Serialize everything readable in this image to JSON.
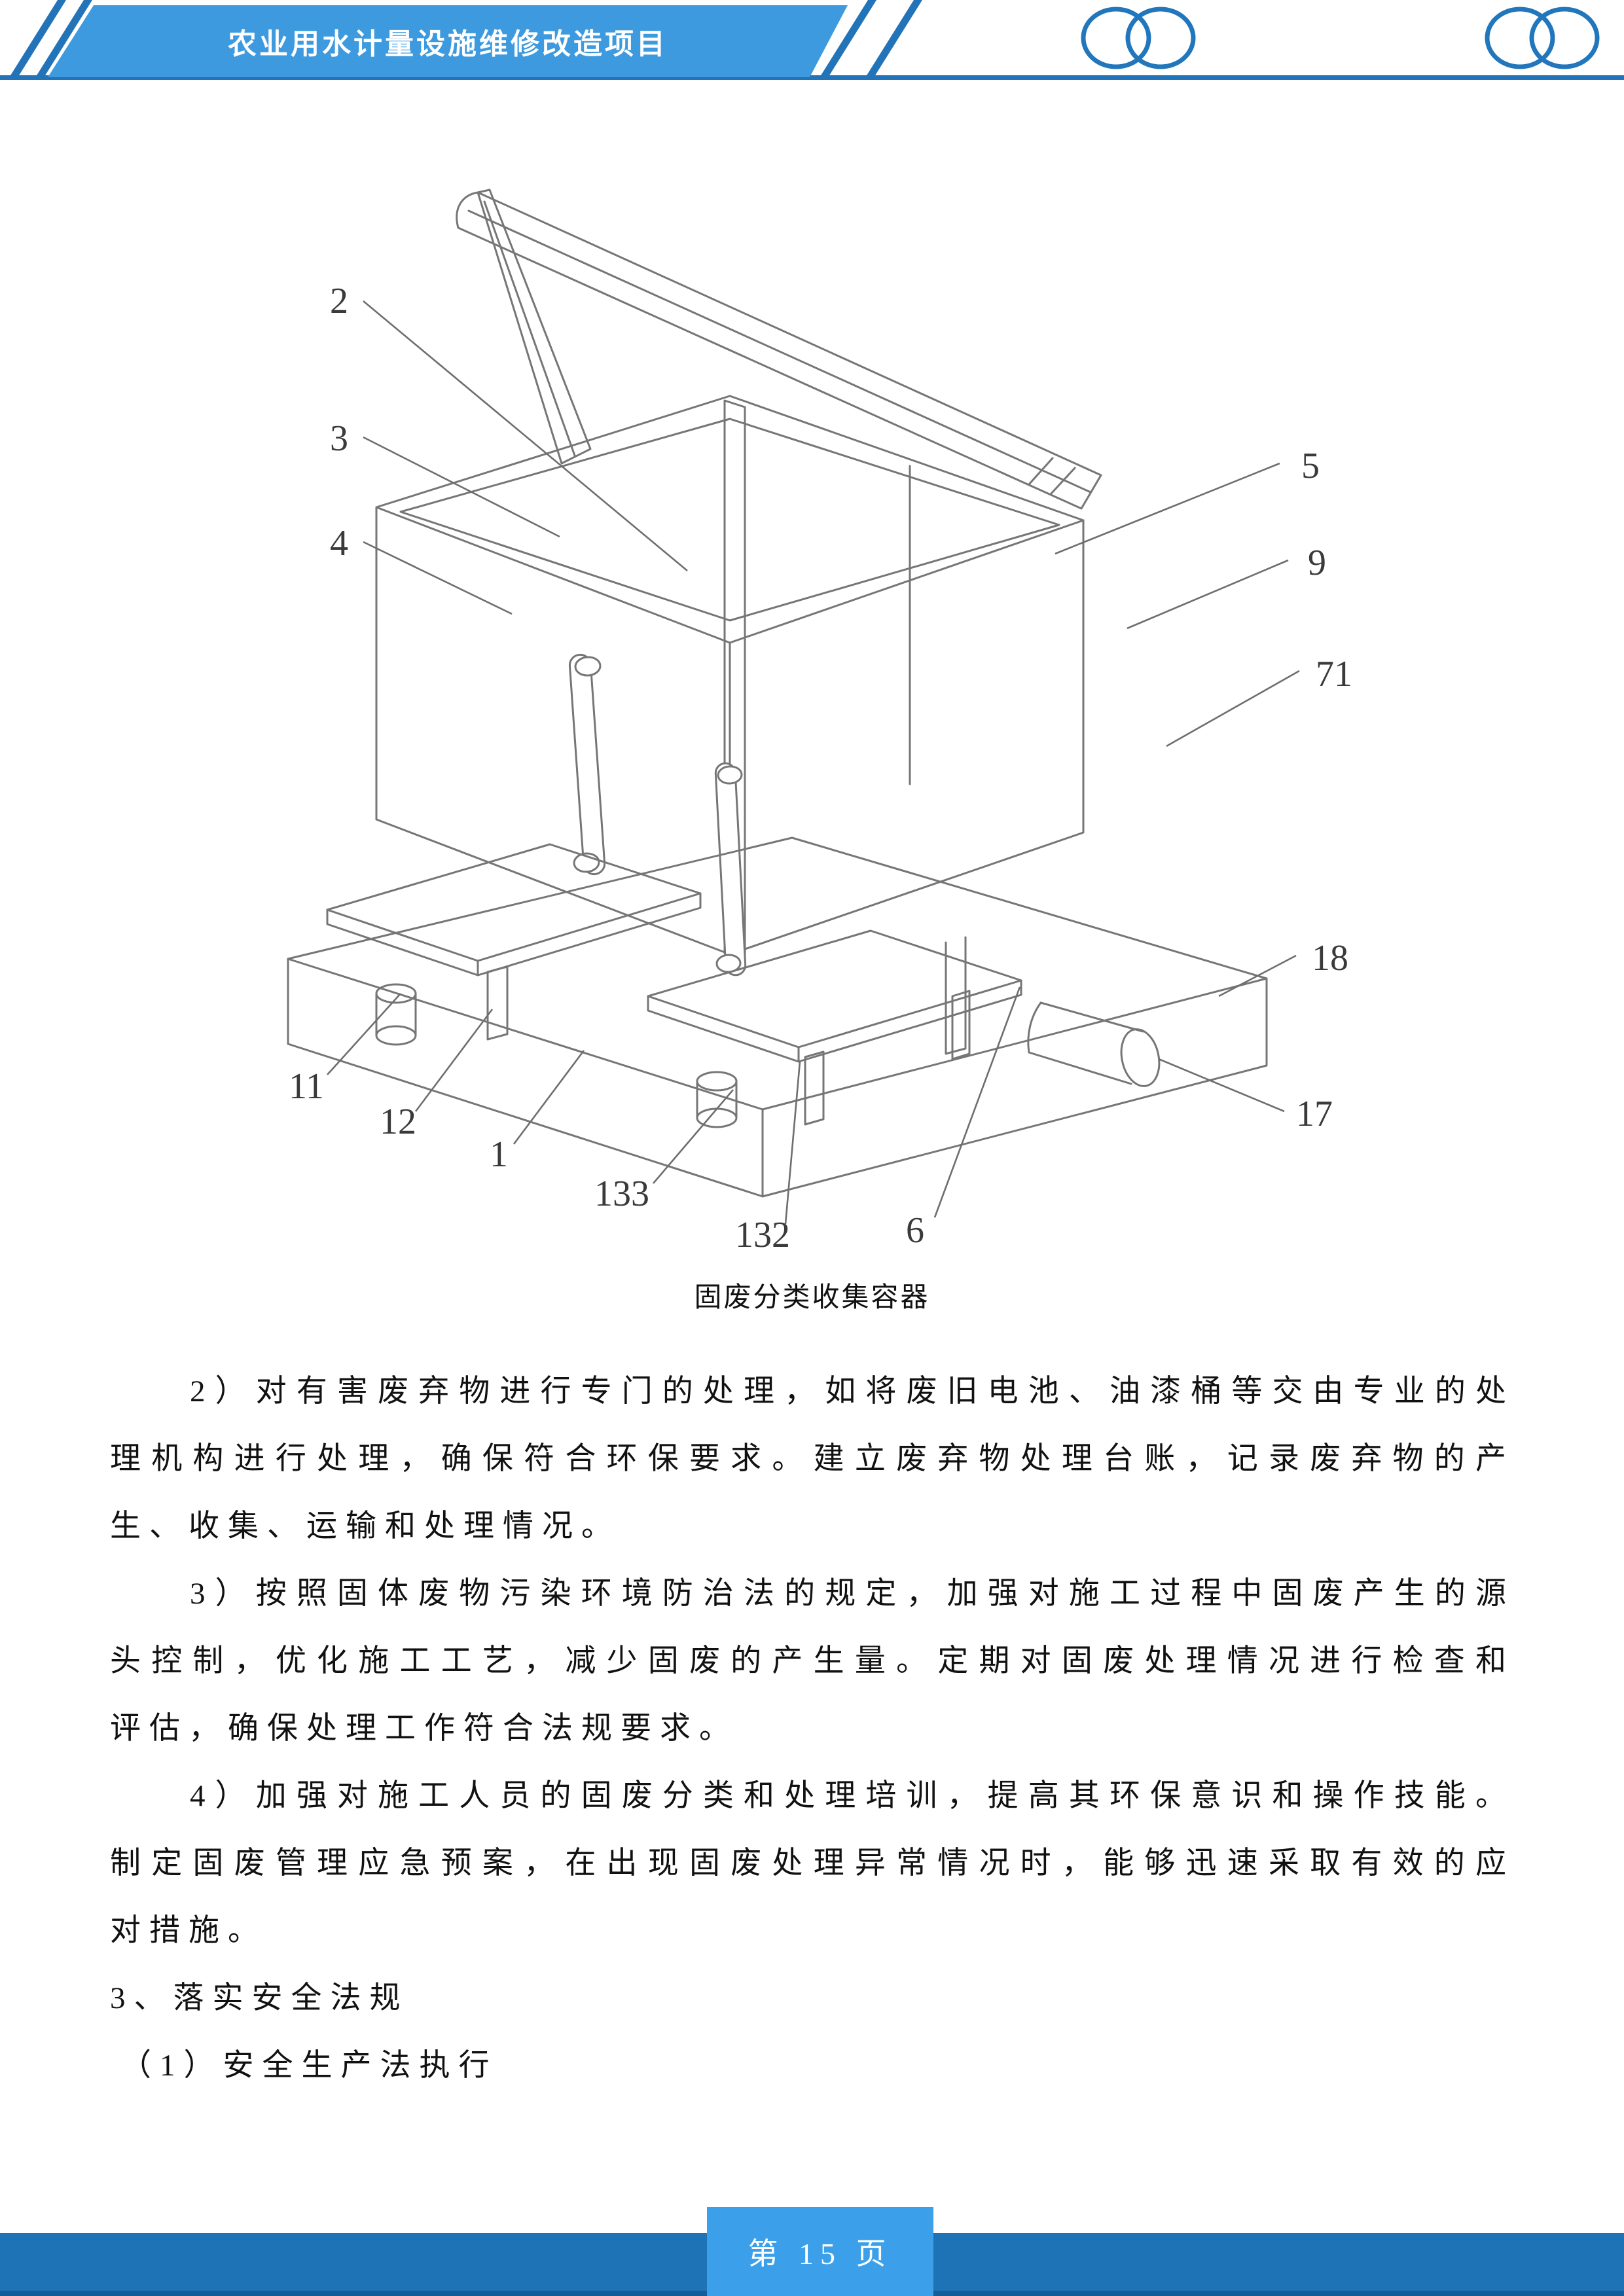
{
  "header": {
    "title": "农业用水计量设施维修改造项目"
  },
  "figure": {
    "caption": "固废分类收集容器",
    "callouts": [
      {
        "label": "2"
      },
      {
        "label": "3"
      },
      {
        "label": "4"
      },
      {
        "label": "5"
      },
      {
        "label": "9"
      },
      {
        "label": "71"
      },
      {
        "label": "18"
      },
      {
        "label": "17"
      },
      {
        "label": "11"
      },
      {
        "label": "12"
      },
      {
        "label": "1"
      },
      {
        "label": "133"
      },
      {
        "label": "132"
      },
      {
        "label": "6"
      }
    ]
  },
  "body": {
    "lines": [
      "2）对有害废弃物进行专门的处理，如将废旧电池、油漆桶等交由专业的处",
      "理机构进行处理，确保符合环保要求。建立废弃物处理台账，记录废弃物的产",
      "生、收集、运输和处理情况。",
      "3）按照固体废物污染环境防治法的规定，加强对施工过程中固废产生的源",
      "头控制，优化施工工艺，减少固废的产生量。定期对固废处理情况进行检查和",
      "评估，确保处理工作符合法规要求。",
      "4）加强对施工人员的固废分类和处理培训，提高其环保意识和操作技能。",
      "制定固废管理应急预案，在出现固废处理异常情况时，能够迅速采取有效的应",
      "对措施。",
      "3、落实安全法规",
      "（1）安全生产法执行"
    ]
  },
  "footer": {
    "page_label": "第 15 页"
  }
}
